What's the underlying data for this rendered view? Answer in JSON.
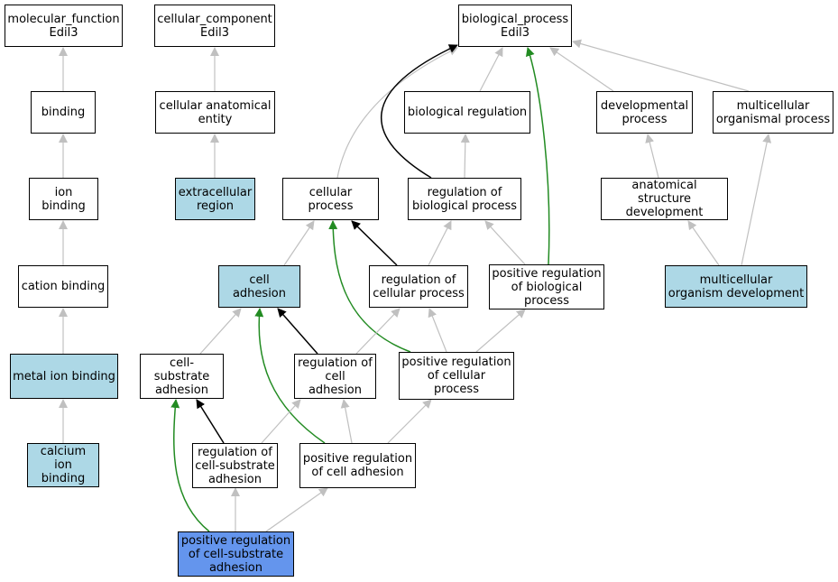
{
  "colors": {
    "plain": "#ffffff",
    "highlight": "#add8e6",
    "focus": "#6495ed",
    "edge_is_a": "#c0c0c0",
    "edge_regulates": "#000000",
    "edge_positively_regulates": "#228b22"
  },
  "nodes": {
    "mf": {
      "label": "molecular_function\nEdil3",
      "style": "plain"
    },
    "cc": {
      "label": "cellular_component\nEdil3",
      "style": "plain"
    },
    "bp": {
      "label": "biological_process\nEdil3",
      "style": "plain"
    },
    "binding": {
      "label": "binding",
      "style": "plain"
    },
    "cae": {
      "label": "cellular anatomical\nentity",
      "style": "plain"
    },
    "breg": {
      "label": "biological regulation",
      "style": "plain"
    },
    "devp": {
      "label": "developmental\nprocess",
      "style": "plain"
    },
    "mop": {
      "label": "multicellular\norganismal process",
      "style": "plain"
    },
    "ionb": {
      "label": "ion binding",
      "style": "plain"
    },
    "ecr": {
      "label": "extracellular\nregion",
      "style": "highlight"
    },
    "cp": {
      "label": "cellular process",
      "style": "plain"
    },
    "rbp": {
      "label": "regulation of\nbiological process",
      "style": "plain"
    },
    "asd": {
      "label": "anatomical structure\ndevelopment",
      "style": "plain"
    },
    "catb": {
      "label": "cation binding",
      "style": "plain"
    },
    "ca": {
      "label": "cell adhesion",
      "style": "highlight"
    },
    "rcp": {
      "label": "regulation of\ncellular process",
      "style": "plain"
    },
    "prbp": {
      "label": "positive regulation\nof biological\nprocess",
      "style": "plain"
    },
    "mod": {
      "label": "multicellular\norganism development",
      "style": "highlight"
    },
    "mib": {
      "label": "metal ion binding",
      "style": "highlight"
    },
    "csa": {
      "label": "cell-substrate\nadhesion",
      "style": "plain"
    },
    "rca": {
      "label": "regulation of\ncell adhesion",
      "style": "plain"
    },
    "prcp": {
      "label": "positive regulation\nof cellular\nprocess",
      "style": "plain"
    },
    "cib": {
      "label": "calcium ion\nbinding",
      "style": "highlight"
    },
    "rcsa": {
      "label": "regulation of\ncell-substrate\nadhesion",
      "style": "plain"
    },
    "prca": {
      "label": "positive regulation\nof cell adhesion",
      "style": "plain"
    },
    "prcsa": {
      "label": "positive regulation\nof cell-substrate\nadhesion",
      "style": "focus"
    }
  },
  "edges": [
    {
      "from": "binding",
      "to": "mf",
      "type": "is_a"
    },
    {
      "from": "ionb",
      "to": "binding",
      "type": "is_a"
    },
    {
      "from": "catb",
      "to": "ionb",
      "type": "is_a"
    },
    {
      "from": "mib",
      "to": "catb",
      "type": "is_a"
    },
    {
      "from": "cib",
      "to": "mib",
      "type": "is_a"
    },
    {
      "from": "cae",
      "to": "cc",
      "type": "is_a"
    },
    {
      "from": "ecr",
      "to": "cae",
      "type": "is_a"
    },
    {
      "from": "breg",
      "to": "bp",
      "type": "is_a"
    },
    {
      "from": "devp",
      "to": "bp",
      "type": "is_a"
    },
    {
      "from": "mop",
      "to": "bp",
      "type": "is_a"
    },
    {
      "from": "cp",
      "to": "bp",
      "type": "is_a"
    },
    {
      "from": "rbp",
      "to": "bp",
      "type": "regulates"
    },
    {
      "from": "prbp",
      "to": "bp",
      "type": "positively_regulates"
    },
    {
      "from": "rbp",
      "to": "breg",
      "type": "is_a"
    },
    {
      "from": "asd",
      "to": "devp",
      "type": "is_a"
    },
    {
      "from": "mod",
      "to": "asd",
      "type": "is_a"
    },
    {
      "from": "mod",
      "to": "mop",
      "type": "is_a"
    },
    {
      "from": "ca",
      "to": "cp",
      "type": "is_a"
    },
    {
      "from": "rcp",
      "to": "cp",
      "type": "regulates"
    },
    {
      "from": "rcp",
      "to": "rbp",
      "type": "is_a"
    },
    {
      "from": "prbp",
      "to": "rbp",
      "type": "is_a"
    },
    {
      "from": "prcp",
      "to": "cp",
      "type": "positively_regulates"
    },
    {
      "from": "prcp",
      "to": "rcp",
      "type": "is_a"
    },
    {
      "from": "prcp",
      "to": "prbp",
      "type": "is_a"
    },
    {
      "from": "csa",
      "to": "ca",
      "type": "is_a"
    },
    {
      "from": "rca",
      "to": "ca",
      "type": "regulates"
    },
    {
      "from": "rca",
      "to": "rcp",
      "type": "is_a"
    },
    {
      "from": "prca",
      "to": "ca",
      "type": "positively_regulates"
    },
    {
      "from": "prca",
      "to": "rca",
      "type": "is_a"
    },
    {
      "from": "prca",
      "to": "prcp",
      "type": "is_a"
    },
    {
      "from": "rcsa",
      "to": "csa",
      "type": "regulates"
    },
    {
      "from": "rcsa",
      "to": "rca",
      "type": "is_a"
    },
    {
      "from": "prcsa",
      "to": "csa",
      "type": "positively_regulates"
    },
    {
      "from": "prcsa",
      "to": "rcsa",
      "type": "is_a"
    },
    {
      "from": "prcsa",
      "to": "prca",
      "type": "is_a"
    }
  ]
}
